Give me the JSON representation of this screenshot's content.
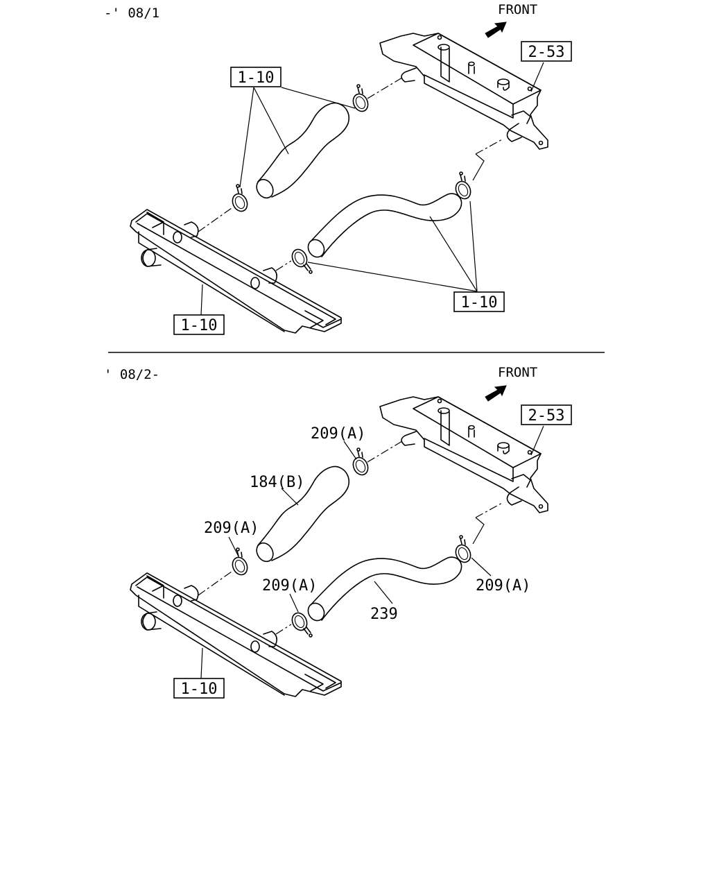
{
  "sections": [
    {
      "period": "-' 08/1",
      "front": "FRONT",
      "refs": [
        "1-10",
        "1-10",
        "1-10",
        "2-53"
      ]
    },
    {
      "period": "' 08/2-",
      "front": "FRONT",
      "refs": [
        "2-53",
        "1-10"
      ],
      "parts": [
        "209(A)",
        "184(B)",
        "209(A)",
        "209(A)",
        "239",
        "209(A)"
      ]
    }
  ]
}
